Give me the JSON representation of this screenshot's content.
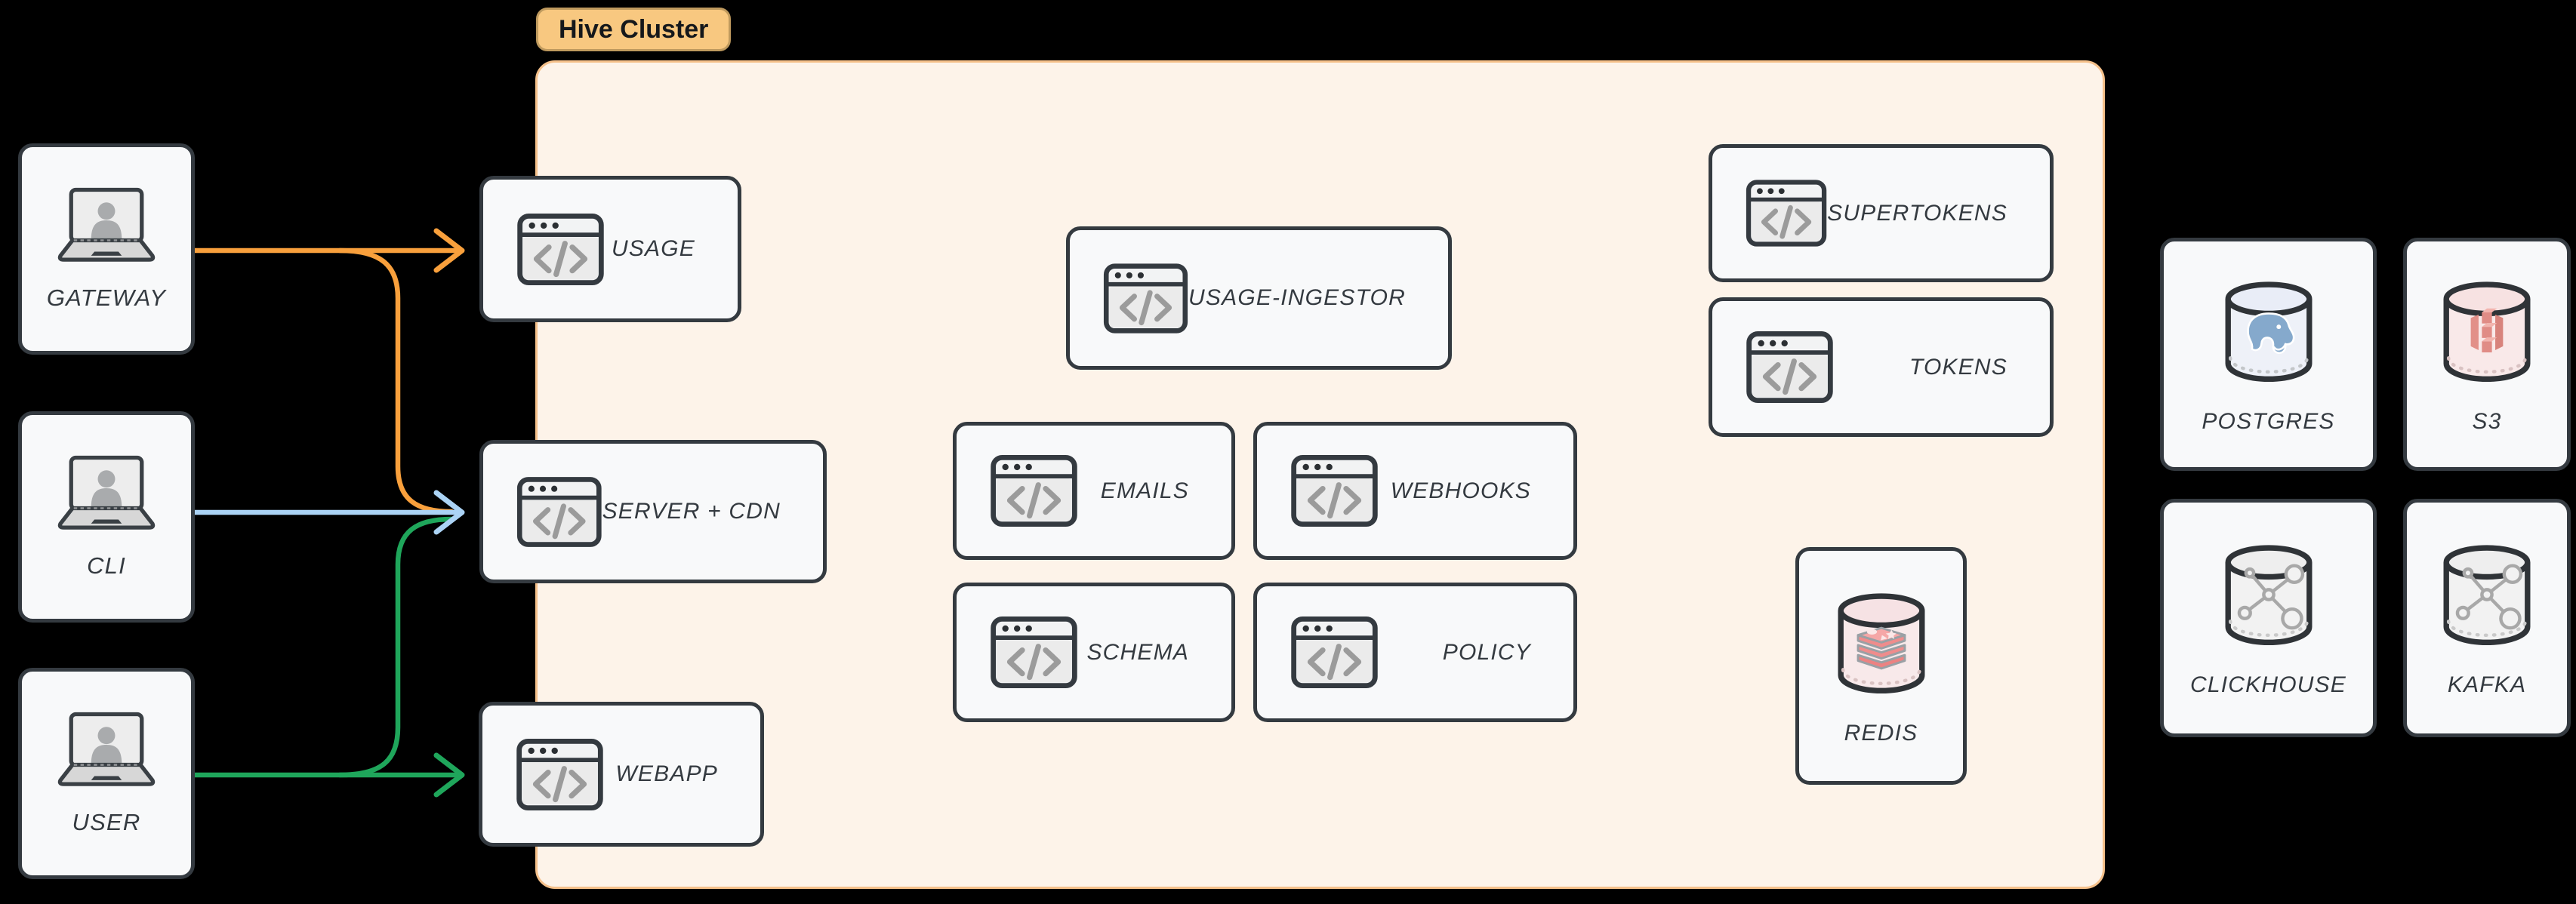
{
  "cluster": {
    "label": "Hive Cluster",
    "services": {
      "usage": "USAGE",
      "server_cdn": "SERVER + CDN",
      "webapp": "WEBAPP",
      "usage_ingestor": "USAGE-INGESTOR",
      "emails": "EMAILS",
      "webhooks": "WEBHOOKS",
      "schema": "SCHEMA",
      "policy": "POLICY",
      "supertokens": "SUPERTOKENS",
      "tokens": "TOKENS",
      "redis": "REDIS"
    }
  },
  "actors": {
    "gateway": "GATEWAY",
    "cli": "CLI",
    "user": "USER"
  },
  "datastores": {
    "postgres": "POSTGRES",
    "s3": "S3",
    "clickhouse": "CLICKHOUSE",
    "kafka": "KAFKA"
  },
  "connections": [
    {
      "from": "gateway",
      "to": "usage",
      "color": "#f9a03c"
    },
    {
      "from": "gateway",
      "to": "server_cdn",
      "color": "#f9a03c"
    },
    {
      "from": "cli",
      "to": "server_cdn",
      "color": "#abd3f5"
    },
    {
      "from": "user",
      "to": "server_cdn",
      "color": "#1fa65b"
    },
    {
      "from": "user",
      "to": "webapp",
      "color": "#1fa65b"
    }
  ],
  "colors": {
    "page_bg": "#000000",
    "cluster_bg": "#fdf3e9",
    "cluster_border": "#f5c08a",
    "badge_bg": "#f8c880",
    "card_bg": "#f8f9fa",
    "card_border": "#343a40",
    "label_text": "#343a40",
    "arrow_orange": "#f9a03c",
    "arrow_blue": "#abd3f5",
    "arrow_green": "#1fa65b",
    "postgres_logo": "#85a9cc",
    "s3_logo": "#e29089",
    "redis_logo": "#ee8383",
    "molecule_gray": "#a8a8a8"
  },
  "icons": {
    "actor": "laptop-user-icon",
    "service": "code-window-icon",
    "postgres": "postgres-cylinder-icon",
    "s3": "s3-cylinder-icon",
    "redis": "redis-cylinder-icon",
    "clickhouse": "molecule-cylinder-icon",
    "kafka": "molecule-cylinder-icon"
  }
}
